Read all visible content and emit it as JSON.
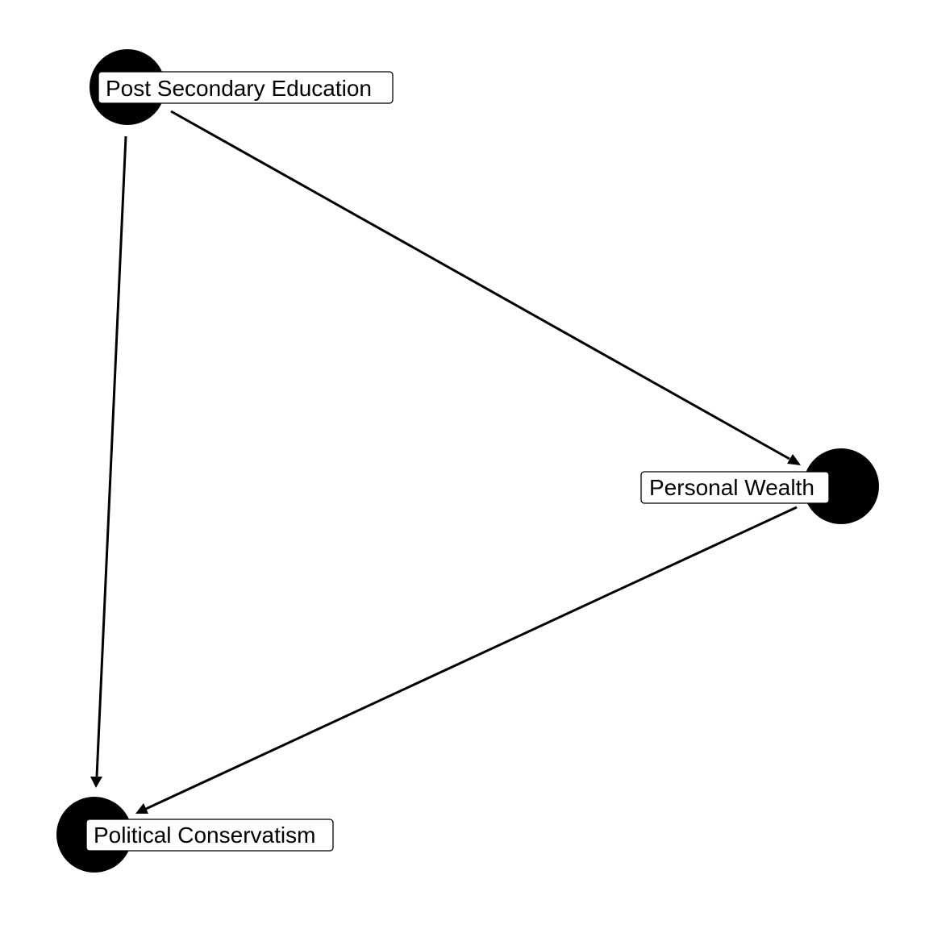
{
  "diagram": {
    "type": "directed-acyclic-graph",
    "nodes": [
      {
        "id": "education",
        "label": "Post Secondary Education"
      },
      {
        "id": "wealth",
        "label": "Personal Wealth"
      },
      {
        "id": "conservatism",
        "label": "Political Conservatism"
      }
    ],
    "edges": [
      {
        "from": "education",
        "to": "wealth"
      },
      {
        "from": "education",
        "to": "conservatism"
      },
      {
        "from": "wealth",
        "to": "conservatism"
      }
    ],
    "colors": {
      "node": "#000000",
      "edge": "#000000",
      "label_background": "#ffffff",
      "label_text": "#000000"
    }
  }
}
